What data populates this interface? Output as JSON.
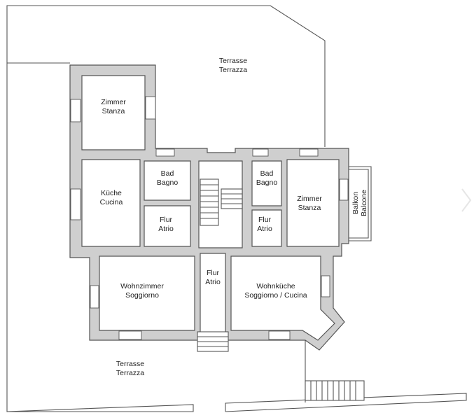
{
  "rooms": {
    "terrace_top": {
      "line1": "Terrasse",
      "line2": "Terrazza"
    },
    "zimmer_left": {
      "line1": "Zimmer",
      "line2": "Stanza"
    },
    "kueche": {
      "line1": "Küche",
      "line2": "Cucina"
    },
    "bad_left": {
      "line1": "Bad",
      "line2": "Bagno"
    },
    "flur_left": {
      "line1": "Flur",
      "line2": "Atrio"
    },
    "bad_right": {
      "line1": "Bad",
      "line2": "Bagno"
    },
    "flur_right": {
      "line1": "Flur",
      "line2": "Atrio"
    },
    "zimmer_right": {
      "line1": "Zimmer",
      "line2": "Stanza"
    },
    "balkon": {
      "line1": "Balkon",
      "line2": "Balcone"
    },
    "flur_center": {
      "line1": "Flur",
      "line2": "Atrio"
    },
    "wohnzimmer": {
      "line1": "Wohnzimmer",
      "line2": "Soggiorno"
    },
    "wohnkueche": {
      "line1": "Wohnküche",
      "line2": "Soggiorno / Cucina"
    },
    "terrace_bottom": {
      "line1": "Terrasse",
      "line2": "Terrazza"
    }
  }
}
